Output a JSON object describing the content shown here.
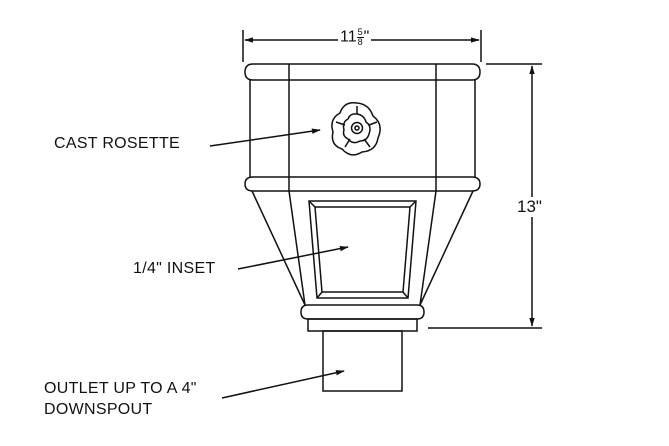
{
  "labels": {
    "rosette": "CAST ROSETTE",
    "inset": "1/4\" INSET",
    "outlet_line1": "OUTLET UP TO A 4\"",
    "outlet_line2": "DOWNSPOUT"
  },
  "dimensions": {
    "width_whole": "11",
    "width_num": "5",
    "width_den": "8",
    "width_suffix": "\"",
    "height": "13\""
  },
  "colors": {
    "line": "#111111",
    "background": "#ffffff"
  }
}
